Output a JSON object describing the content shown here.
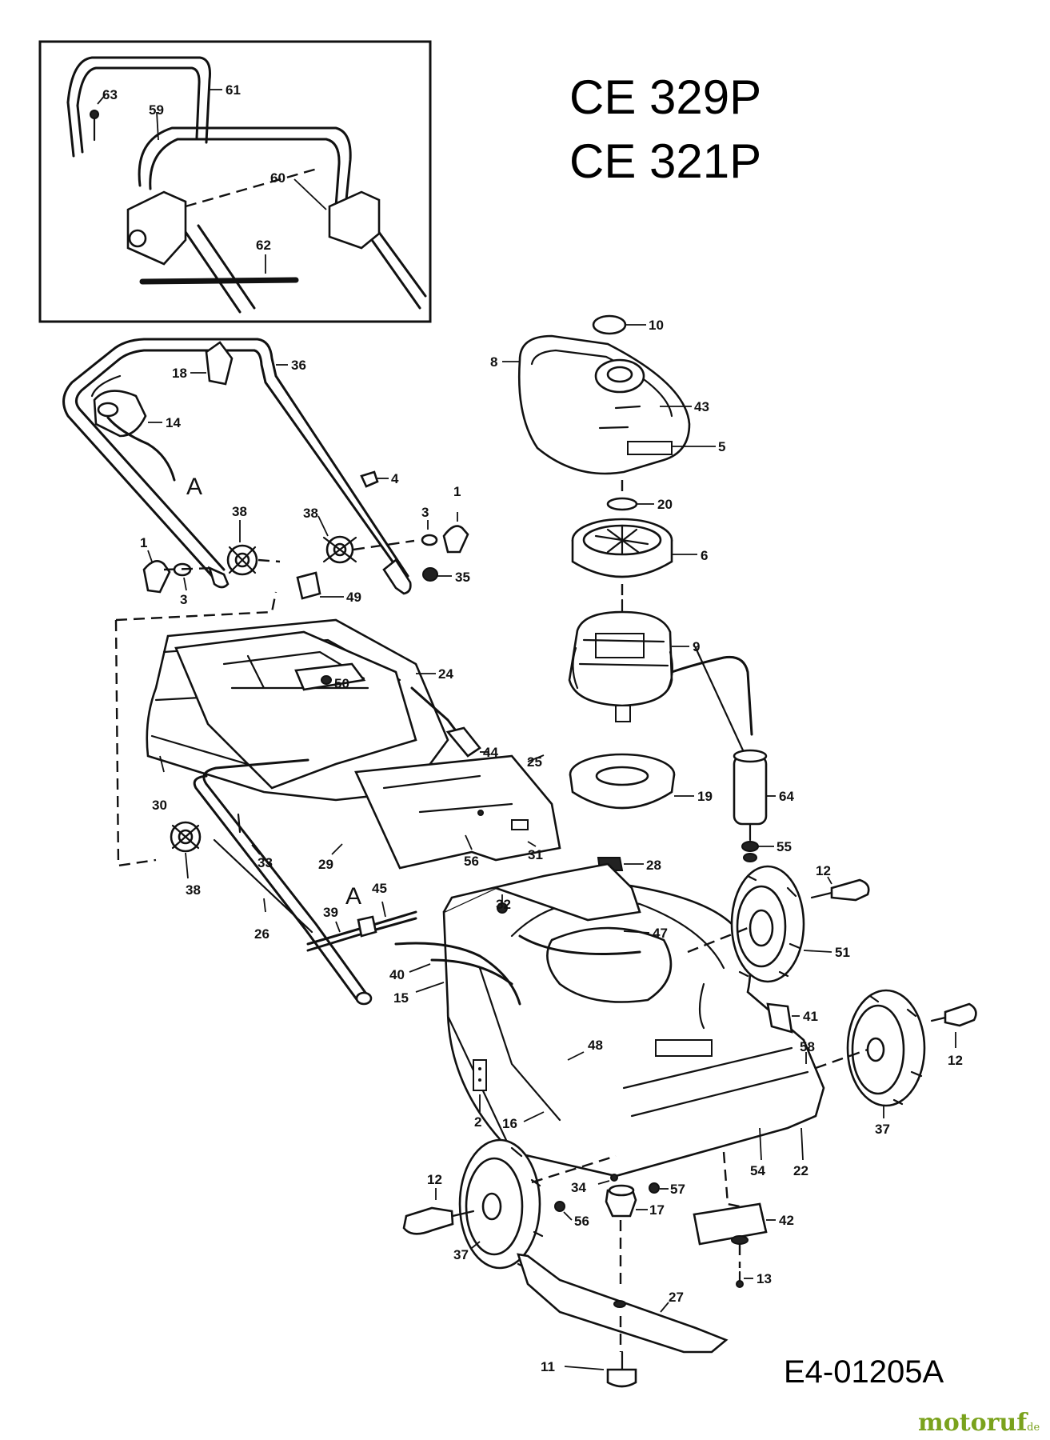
{
  "titles": [
    "CE 329P",
    "CE 321P"
  ],
  "drawing_code": "E4-01205A",
  "watermark": {
    "name": "motoruf",
    "suffix": ".de"
  },
  "letters": {
    "a_upper": "A",
    "a_lower": "A"
  },
  "callouts": {
    "c61": "61",
    "c63": "63",
    "c59": "59",
    "c60": "60",
    "c62": "62",
    "c10": "10",
    "c8": "8",
    "c43": "43",
    "c5": "5",
    "c20": "20",
    "c6": "6",
    "c9": "9",
    "c19": "19",
    "c64": "64",
    "c55": "55",
    "c28": "28",
    "c18": "18",
    "c36": "36",
    "c14": "14",
    "c4": "4",
    "c1a": "1",
    "c3a": "3",
    "c35": "35",
    "c38a": "38",
    "c38b": "38",
    "c1b": "1",
    "c3b": "3",
    "c49": "49",
    "c24": "24",
    "c50": "50",
    "c44": "44",
    "c25": "25",
    "c30": "30",
    "c33": "33",
    "c29": "29",
    "c56a": "56",
    "c31": "31",
    "c38c": "38",
    "c26": "26",
    "c39": "39",
    "c45": "45",
    "c32": "32",
    "c47": "47",
    "c40": "40",
    "c15": "15",
    "c12a": "12",
    "c51": "51",
    "c41": "41",
    "c12b": "12",
    "c48": "48",
    "c58": "58",
    "c2": "2",
    "c16": "16",
    "c37a": "37",
    "c54": "54",
    "c22": "22",
    "c34": "34",
    "c57": "57",
    "c12c": "12",
    "c56b": "56",
    "c17": "17",
    "c42": "42",
    "c37b": "37",
    "c13": "13",
    "c27": "27",
    "c11": "11"
  }
}
